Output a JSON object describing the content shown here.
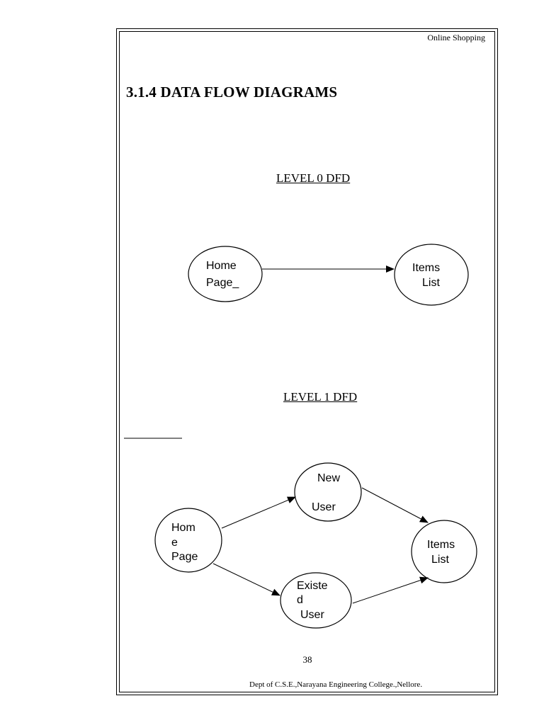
{
  "header": {
    "title": "Online Shopping"
  },
  "section": {
    "title": "3.1.4 DATA FLOW DIAGRAMS"
  },
  "level0": {
    "title": "LEVEL 0 DFD",
    "home_lines": [
      "Home",
      "Page_"
    ],
    "items_lines": [
      "Items",
      "List"
    ]
  },
  "level1": {
    "title": "LEVEL 1 DFD",
    "home_lines": [
      "Hom",
      "e",
      "Page"
    ],
    "new_user_lines": [
      "New",
      "User"
    ],
    "existed_user_lines": [
      "Existe",
      "d",
      "User"
    ],
    "items_lines": [
      "Items",
      "List"
    ]
  },
  "footer": {
    "page_number": "38",
    "department": "Dept of C.S.E.,Narayana Engineering College.,Nellore."
  }
}
